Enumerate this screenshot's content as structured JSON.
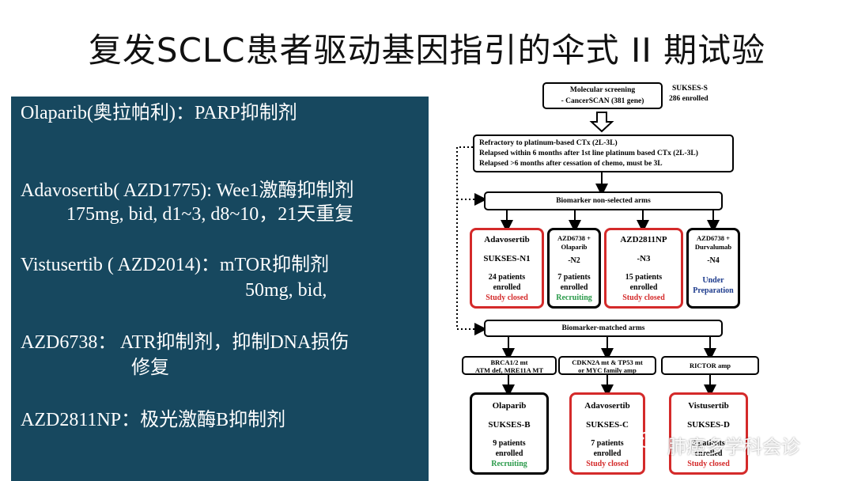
{
  "title": "复发SCLC患者驱动基因指引的伞式 II 期试验",
  "left_panel": {
    "lines": [
      "Olaparib(奥拉帕利)：PARP抑制剂",
      "Adavosertib(  AZD1775): Wee1激酶抑制剂",
      "175mg, bid, d1~3, d8~10，21天重复",
      "Vistusertib ( AZD2014)：mTOR抑制剂",
      "50mg, bid,",
      "AZD6738：  ATR抑制剂，抑制DNA损伤",
      "修复",
      "AZD2811NP：极光激酶B抑制剂"
    ]
  },
  "flowchart": {
    "screening": {
      "line1": "Molecular screening",
      "line2": "- CancerSCAN (381 gene)"
    },
    "sukses_s": {
      "name": "SUKSES-S",
      "enrolled": "286 enrolled"
    },
    "criteria": [
      "Refractory to platinum-based CTx (2L-3L)",
      "Relapsed within 6 months after 1st line platinum based CTx (2L-3L)",
      "Relapsed >6 months after cessation of chemo, must be 3L"
    ],
    "non_selected_label": "Biomarker non-selected arms",
    "non_selected_arms": [
      {
        "drug": "Adavosertib",
        "code": "SUKSES-N1",
        "p1": "24 patients",
        "p2": "enrolled",
        "status": "Study closed"
      },
      {
        "drug": "AZD6738 +",
        "drug2": "Olaparib",
        "code": "-N2",
        "p1": "7 patients",
        "p2": "enrolled",
        "status": "Recruiting"
      },
      {
        "drug": "AZD2811NP",
        "code": "-N3",
        "p1": "15 patients",
        "p2": "enrolled",
        "status": "Study closed"
      },
      {
        "drug": "AZD6738 +",
        "drug2": "Durvalumab",
        "code": "-N4",
        "status": "Under",
        "status2": "Preparation"
      }
    ],
    "matched_label": "Biomarker-matched arms",
    "biomarkers": [
      {
        "l1": "BRCA1/2 mt",
        "l2": "ATM def, MRE11A MT"
      },
      {
        "l1": "CDKN2A mt & TP53 mt",
        "l2": "or MYC family amp"
      },
      {
        "l1": "RICTOR amp"
      }
    ],
    "matched_arms": [
      {
        "drug": "Olaparib",
        "code": "SUKSES-B",
        "p1": "9 patients",
        "p2": "enrolled",
        "status": "Recruiting"
      },
      {
        "drug": "Adavosertib",
        "code": "SUKSES-C",
        "p1": "7 patients",
        "p2": "enrolled",
        "status": "Study closed"
      },
      {
        "drug": "Vistusertib",
        "code": "SUKSES-D",
        "p1": "3 patients",
        "p2": "enrolled",
        "status": "Study closed"
      }
    ]
  },
  "watermark": "肺癌多学科会诊"
}
